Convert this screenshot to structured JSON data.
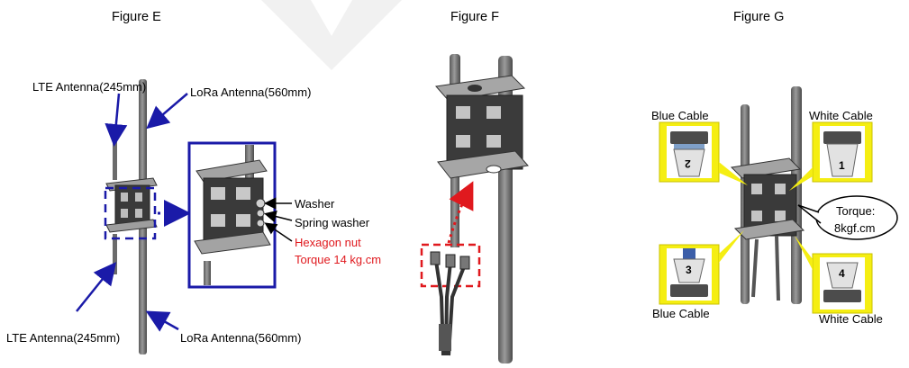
{
  "figures": [
    {
      "title": "Figure E"
    },
    {
      "title": "Figure F"
    },
    {
      "title": "Figure G"
    }
  ],
  "figure_e": {
    "lte_top": "LTE Antenna(245mm)",
    "lora_top": "LoRa Antenna(560mm)",
    "lte_bottom": "LTE Antenna(245mm)",
    "lora_bottom": "LoRa Antenna(560mm)",
    "washer": "Washer",
    "spring_washer": "Spring washer",
    "hex_nut_line1": "Hexagon nut",
    "hex_nut_line2": "Torque 14 kg.cm"
  },
  "figure_g": {
    "blue_cable_top": "Blue Cable",
    "white_cable_top": "White Cable",
    "blue_cable_bottom": "Blue Cable",
    "white_cable_bottom": "White Cable",
    "torque_line1": "Torque:",
    "torque_line2": "8kgf.cm",
    "connector_numbers": [
      "2",
      "1",
      "3",
      "4"
    ]
  },
  "colors": {
    "callout_blue": "#1a1aa8",
    "highlight_red": "#e0191e",
    "label_yellow": "#f5ee12",
    "metal_dark": "#3c3c3c",
    "metal_mid": "#8a8a8a",
    "watermark": "#d9d9d9"
  }
}
